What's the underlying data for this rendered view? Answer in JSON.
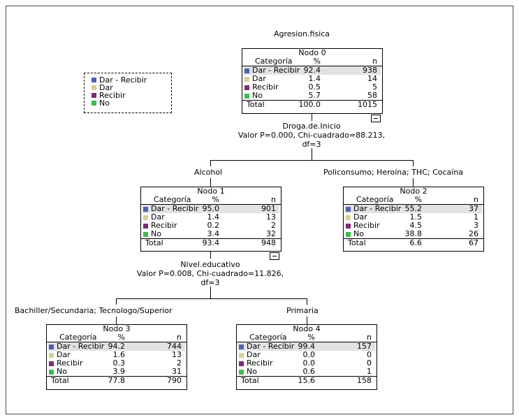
{
  "diagram": {
    "title": "Agresion.fisica",
    "legend": [
      {
        "label": "Dar - Recibir",
        "color": "#4f60ad"
      },
      {
        "label": "Dar",
        "color": "#d4cf9d"
      },
      {
        "label": "Recibir",
        "color": "#7b2c74"
      },
      {
        "label": "No",
        "color": "#3dbb4d"
      }
    ],
    "header": {
      "categoria": "Categoría",
      "pct": "%",
      "n": "n"
    },
    "total_label": "Total",
    "nodes": [
      {
        "title": "Nodo 0",
        "rows": [
          {
            "cat": "Dar - Recibir",
            "pct": "92.4",
            "n": "938"
          },
          {
            "cat": "Dar",
            "pct": "1.4",
            "n": "14"
          },
          {
            "cat": "Recibir",
            "pct": "0.5",
            "n": "5"
          },
          {
            "cat": "No",
            "pct": "5.7",
            "n": "58"
          }
        ],
        "total_pct": "100.0",
        "total_n": "1015"
      },
      {
        "title": "Nodo 1",
        "rows": [
          {
            "cat": "Dar - Recibir",
            "pct": "95.0",
            "n": "901"
          },
          {
            "cat": "Dar",
            "pct": "1.4",
            "n": "13"
          },
          {
            "cat": "Recibir",
            "pct": "0.2",
            "n": "2"
          },
          {
            "cat": "No",
            "pct": "3.4",
            "n": "32"
          }
        ],
        "total_pct": "93.4",
        "total_n": "948"
      },
      {
        "title": "Nodo 2",
        "rows": [
          {
            "cat": "Dar - Recibir",
            "pct": "55.2",
            "n": "37"
          },
          {
            "cat": "Dar",
            "pct": "1.5",
            "n": "1"
          },
          {
            "cat": "Recibir",
            "pct": "4.5",
            "n": "3"
          },
          {
            "cat": "No",
            "pct": "38.8",
            "n": "26"
          }
        ],
        "total_pct": "6.6",
        "total_n": "67"
      },
      {
        "title": "Nodo 3",
        "rows": [
          {
            "cat": "Dar - Recibir",
            "pct": "94.2",
            "n": "744"
          },
          {
            "cat": "Dar",
            "pct": "1.6",
            "n": "13"
          },
          {
            "cat": "Recibir",
            "pct": "0.3",
            "n": "2"
          },
          {
            "cat": "No",
            "pct": "3.9",
            "n": "31"
          }
        ],
        "total_pct": "77.8",
        "total_n": "790"
      },
      {
        "title": "Nodo 4",
        "rows": [
          {
            "cat": "Dar - Recibir",
            "pct": "99.4",
            "n": "157"
          },
          {
            "cat": "Dar",
            "pct": "0.0",
            "n": "0"
          },
          {
            "cat": "Recibir",
            "pct": "0.0",
            "n": "0"
          },
          {
            "cat": "No",
            "pct": "0.6",
            "n": "1"
          }
        ],
        "total_pct": "15.6",
        "total_n": "158"
      }
    ],
    "splits": [
      {
        "variable": "Droga.de.Inicio",
        "stats": "Valor P=0.000, Chi-cuadrado=88.213,",
        "df": "df=3"
      },
      {
        "variable": "Nivel.educativo",
        "stats": "Valor P=0.008, Chi-cuadrado=11.826,",
        "df": "df=3"
      }
    ],
    "branches": [
      "Alcohol",
      "Policonsumo; Heroína; THC; Cocaína",
      "Bachiller/Secundaria; Tecnologo/Superior",
      "Primaria"
    ]
  }
}
